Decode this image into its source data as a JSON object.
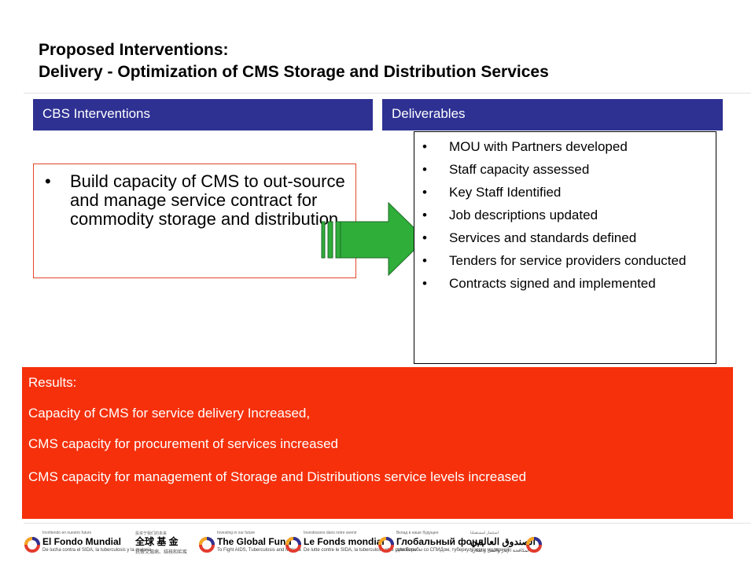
{
  "title": {
    "line1": "Proposed Interventions:",
    "line2": "Delivery - Optimization of CMS Storage and Distribution Services"
  },
  "headers": {
    "left": "CBS Interventions",
    "right": "Deliverables"
  },
  "intervention": {
    "bullet": "•",
    "text": "Build capacity of CMS to out-source and manage service contract for commodity storage and distribution"
  },
  "deliverables": {
    "bullet": "•",
    "items": [
      "MOU with Partners developed",
      "Staff capacity assessed",
      "Key Staff Identified",
      "Job descriptions updated",
      "Services and standards defined",
      "Tenders for service providers conducted",
      "Contracts signed and implemented"
    ]
  },
  "results": {
    "lines": [
      "Results:",
      "Capacity of CMS for service delivery Increased,",
      "CMS capacity for procurement of services increased",
      "CMS capacity for management of Storage and Distributions service levels increased"
    ]
  },
  "colors": {
    "header_bg": "#2e3192",
    "results_bg": "#f5300b",
    "arrow_fill": "#2fae3a",
    "intervention_border": "#e2472a"
  },
  "footer_logos": [
    {
      "name": "El Fondo Mundial",
      "tagline": "De lucha contra el SIDA, la tuberculosis y la malaria",
      "small": "Invirtiendo en nuestro futuro"
    },
    {
      "name": "全球 基 金",
      "tagline": "抗击艾滋病、结核和疟疾",
      "small": "投资于我们的未来"
    },
    {
      "name": "The Global Fund",
      "tagline": "To Fight AIDS, Tuberculosis and Malaria",
      "small": "Investing in our future"
    },
    {
      "name": "Le Fonds mondial",
      "tagline": "De lutte contre le SIDA, la tuberculose et le paludisme",
      "small": "Investissons dans notre avenir"
    },
    {
      "name": "Глобальный фонд",
      "tagline": "для борьбы со СПИДом, туберкулезом и малярией",
      "small": "Вклад в наше будущее"
    },
    {
      "name": "الصندوق العالمي",
      "tagline": "لمكافحة الإيدز والسل والملاريا",
      "small": "استثمار لمستقبلنا"
    }
  ]
}
